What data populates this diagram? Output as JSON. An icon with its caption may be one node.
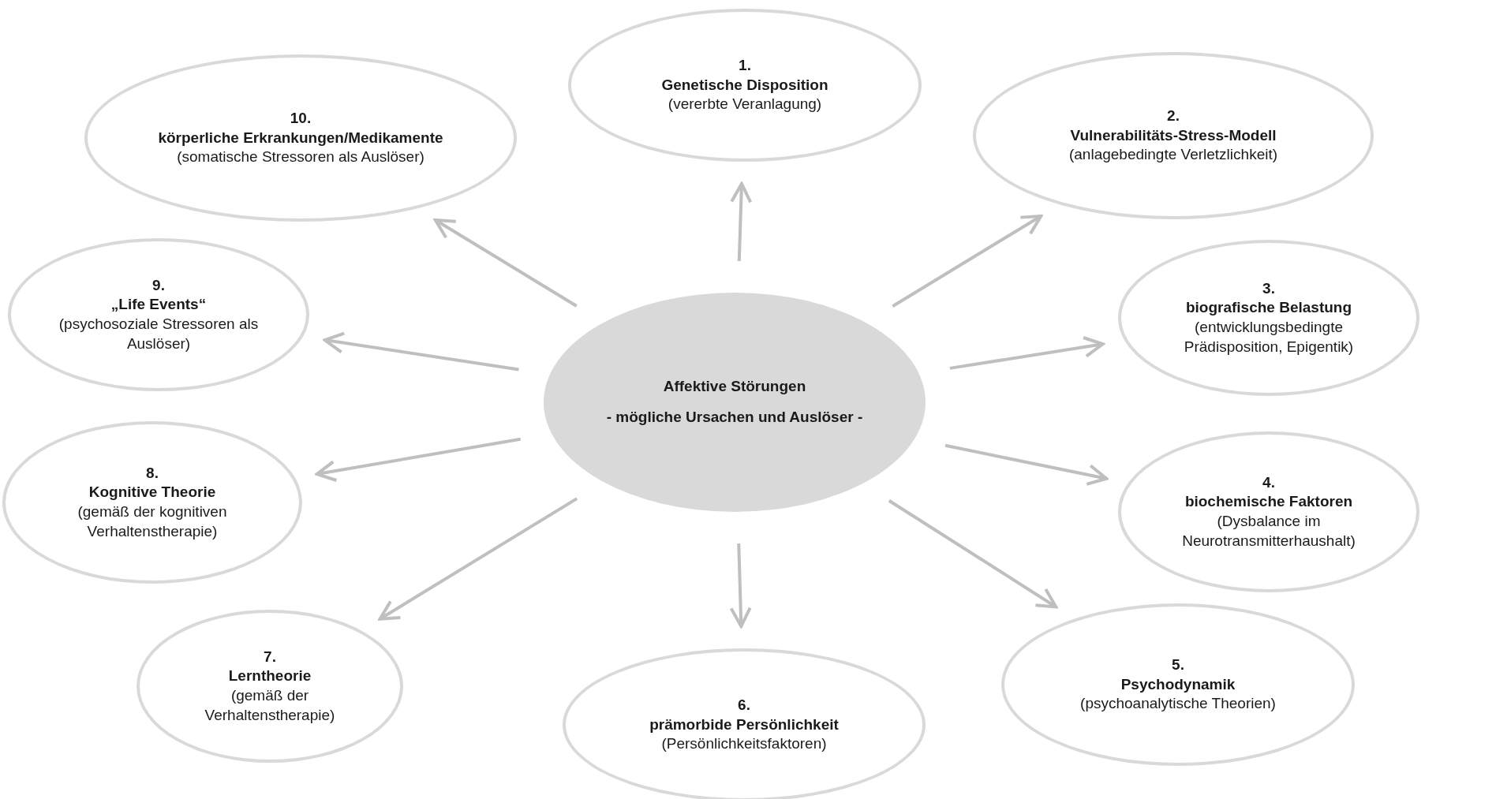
{
  "diagram": {
    "nodes": [
      {
        "text": [
          "Affektive Störungen",
          "- mögliche Ursachen und Auslöser -"
        ]
      },
      {
        "text": [
          "1.",
          "Genetische Disposition",
          "(vererbte Veranlagung)"
        ]
      },
      {
        "text": [
          "2.",
          "Vulnerabilitäts-Stress-Modell",
          "(anlagebedingte Verletzlichkeit)"
        ]
      },
      {
        "text": [
          "3.",
          "biografische Belastung",
          "(entwicklungsbedingte Prädisposition, Epigentik)"
        ]
      },
      {
        "text": [
          "4.",
          "biochemische Faktoren",
          "(Dysbalance im Neurotransmitterhaushalt)"
        ]
      },
      {
        "text": [
          "5.",
          "Psychodynamik",
          "(psychoanalytische Theorien)"
        ]
      },
      {
        "text": [
          "6.",
          "prämorbide Persönlichkeit",
          "(Persönlichkeitsfaktoren)"
        ]
      },
      {
        "text": [
          "7.",
          "Lerntheorie",
          "(gemäß der Verhaltenstherapie)"
        ]
      },
      {
        "text": [
          "8.",
          "Kognitive Theorie",
          "(gemäß der kognitiven Verhaltenstherapie)"
        ]
      },
      {
        "text": [
          "9.",
          "„Life Events“",
          "(psychosoziale Stressoren als Auslöser)"
        ]
      },
      {
        "text": [
          "10.",
          "körperliche Erkrankungen/Medikamente",
          "(somatische Stressoren als Auslöser)"
        ]
      }
    ],
    "edges": [
      {
        "from": 0,
        "to": 1,
        "arrow": "to"
      },
      {
        "from": 0,
        "to": 2,
        "arrow": "to"
      },
      {
        "from": 0,
        "to": 3,
        "arrow": "to"
      },
      {
        "from": 0,
        "to": 4,
        "arrow": "to"
      },
      {
        "from": 0,
        "to": 5,
        "arrow": "to"
      },
      {
        "from": 0,
        "to": 6,
        "arrow": "to"
      },
      {
        "from": 0,
        "to": 7,
        "arrow": "to"
      },
      {
        "from": 0,
        "to": 8,
        "arrow": "to"
      },
      {
        "from": 0,
        "to": 9,
        "arrow": "to"
      },
      {
        "from": 0,
        "to": 10,
        "arrow": "to"
      }
    ]
  }
}
